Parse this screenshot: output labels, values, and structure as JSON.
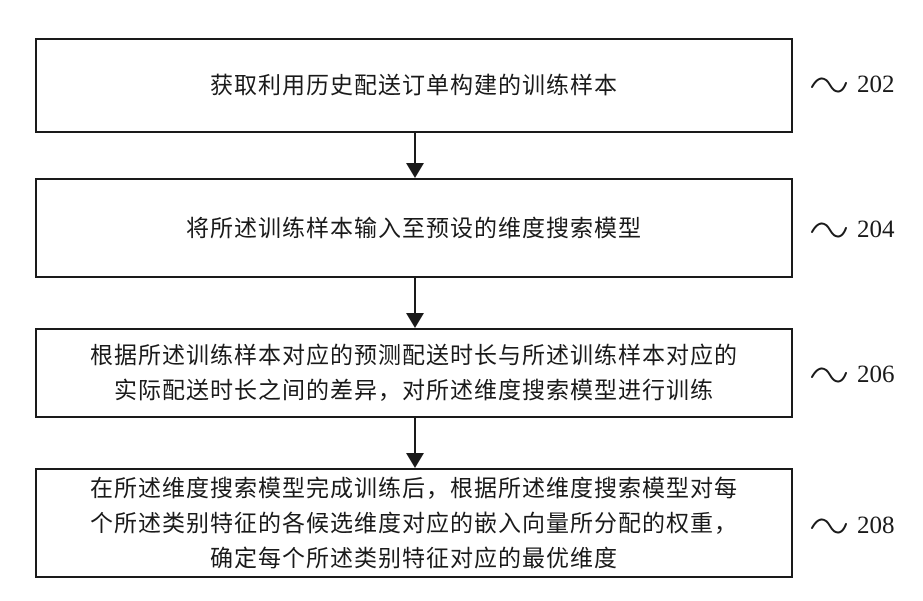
{
  "diagram": {
    "title": "dimension-search-model training flowchart",
    "colors": {
      "line": "#1a1a1a",
      "background": "#ffffff"
    },
    "steps": [
      {
        "label": "202",
        "text": "获取利用历史配送订单构建的训练样本"
      },
      {
        "label": "204",
        "text": "将所述训练样本输入至预设的维度搜索模型"
      },
      {
        "label": "206",
        "text": "根据所述训练样本对应的预测配送时长与所述训练样本对应的\n实际配送时长之间的差异，对所述维度搜索模型进行训练"
      },
      {
        "label": "208",
        "text": "在所述维度搜索模型完成训练后，根据所述维度搜索模型对每\n个所述类别特征的各候选维度对应的嵌入向量所分配的权重，\n确定每个所述类别特征对应的最优维度"
      }
    ]
  }
}
